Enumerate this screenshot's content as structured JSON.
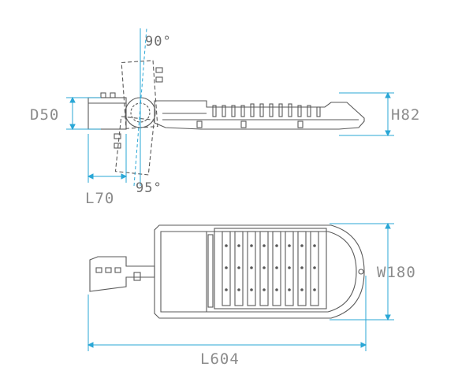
{
  "labels": {
    "side_angle_up": "90°",
    "side_angle_down": "95°",
    "pole_diameter": "D50",
    "clamp_length": "L70",
    "height": "H82",
    "width": "W180",
    "total_length": "L604"
  },
  "colors": {
    "outline": "#5a5a5a",
    "dimension": "#2aa7d6",
    "text": "#8c8c8c"
  }
}
